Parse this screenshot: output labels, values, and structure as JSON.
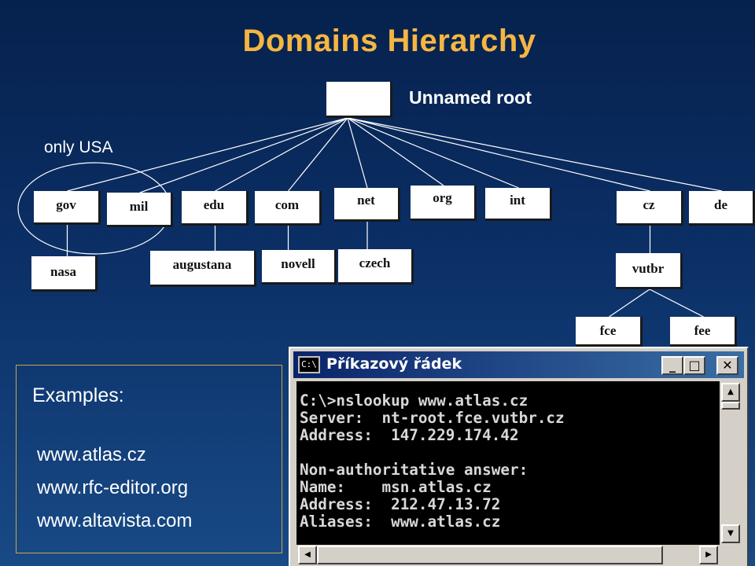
{
  "title": "Domains Hierarchy",
  "root_label": "Unnamed root",
  "note": "only USA",
  "nodes": {
    "root": "",
    "gov": "gov",
    "mil": "mil",
    "edu": "edu",
    "com": "com",
    "net": "net",
    "org": "org",
    "int": "int",
    "cz": "cz",
    "de": "de",
    "nasa": "nasa",
    "augustana": "augustana",
    "novell": "novell",
    "czech": "czech",
    "vutbr": "vutbr",
    "fce": "fce",
    "fee": "fee"
  },
  "examples": {
    "heading": "Examples:",
    "items": [
      "www.atlas.cz",
      "www.rfc-editor.org",
      "www.altavista.com"
    ]
  },
  "console_window": {
    "title": "Příkazový řádek",
    "icon": "cmd-icon",
    "lines": [
      "C:\\>nslookup www.atlas.cz",
      "Server:  nt-root.fce.vutbr.cz",
      "Address:  147.229.174.42",
      "",
      "Non-authoritative answer:",
      "Name:    msn.atlas.cz",
      "Address:  212.47.13.72",
      "Aliases:  www.atlas.cz"
    ]
  },
  "colors": {
    "title": "#f4b642",
    "background_top": "#06214d",
    "background_bottom": "#184a86",
    "edges": "#ffffff",
    "examples_border": "#c9a646"
  }
}
